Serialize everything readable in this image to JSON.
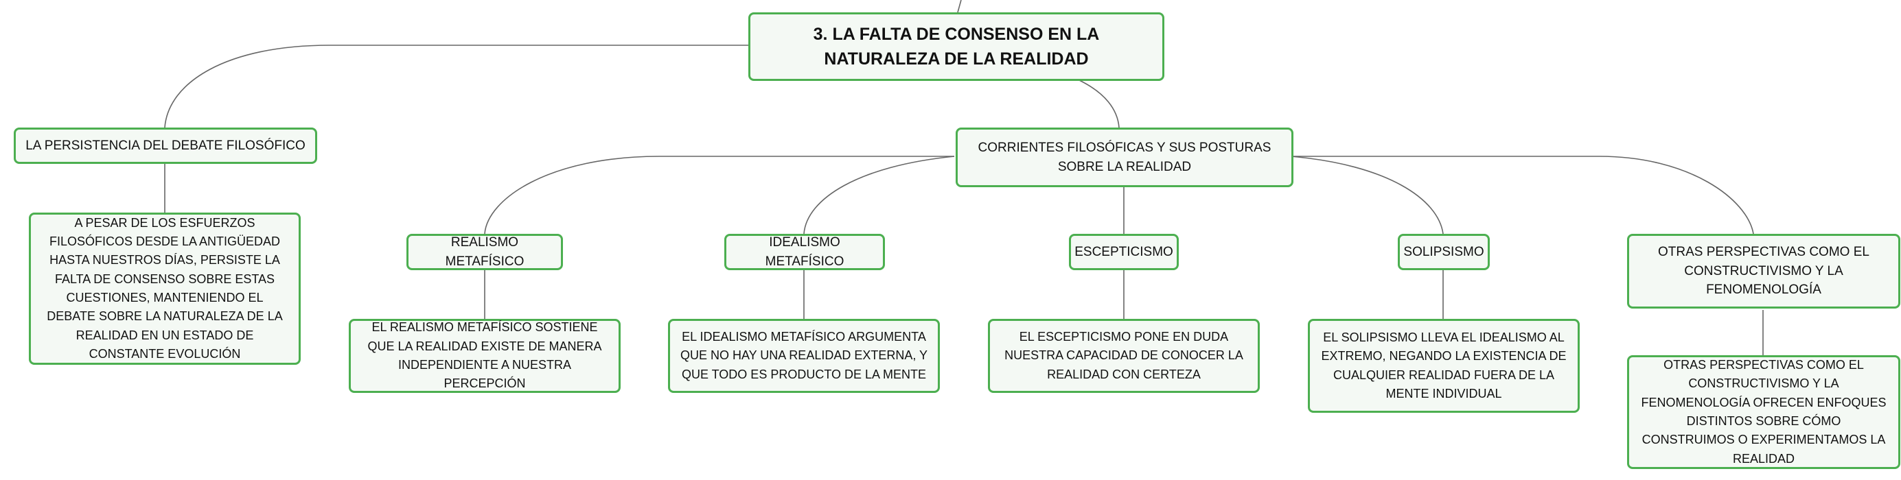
{
  "mindmap": {
    "root": "3. LA FALTA DE CONSENSO EN LA NATURALEZA DE LA REALIDAD",
    "left_branch": {
      "label": "LA PERSISTENCIA DEL DEBATE FILOSÓFICO",
      "detail": "A PESAR DE LOS ESFUERZOS FILOSÓFICOS DESDE LA ANTIGÜEDAD HASTA NUESTROS DÍAS, PERSISTE LA FALTA DE CONSENSO SOBRE ESTAS CUESTIONES, MANTENIENDO EL DEBATE SOBRE LA NATURALEZA DE LA REALIDAD EN UN ESTADO DE CONSTANTE EVOLUCIÓN"
    },
    "right_branch": {
      "label": "CORRIENTES FILOSÓFICAS Y SUS POSTURAS SOBRE LA REALIDAD",
      "children": [
        {
          "label": "REALISMO METAFÍSICO",
          "detail": "EL REALISMO METAFÍSICO SOSTIENE QUE LA REALIDAD EXISTE DE MANERA INDEPENDIENTE A NUESTRA PERCEPCIÓN"
        },
        {
          "label": "IDEALISMO METAFÍSICO",
          "detail": "EL IDEALISMO METAFÍSICO ARGUMENTA QUE NO HAY UNA REALIDAD EXTERNA, Y QUE TODO ES PRODUCTO DE LA MENTE"
        },
        {
          "label": "ESCEPTICISMO",
          "detail": "EL ESCEPTICISMO PONE EN DUDA NUESTRA CAPACIDAD DE CONOCER LA REALIDAD CON CERTEZA"
        },
        {
          "label": "SOLIPSISMO",
          "detail": "EL SOLIPSISMO LLEVA EL IDEALISMO AL EXTREMO, NEGANDO LA EXISTENCIA DE CUALQUIER REALIDAD FUERA DE LA MENTE INDIVIDUAL"
        },
        {
          "label": "OTRAS PERSPECTIVAS COMO EL CONSTRUCTIVISMO Y LA FENOMENOLOGÍA",
          "detail": "OTRAS PERSPECTIVAS COMO EL CONSTRUCTIVISMO Y LA FENOMENOLOGÍA OFRECEN ENFOQUES DISTINTOS SOBRE CÓMO CONSTRUIMOS O EXPERIMENTAMOS LA REALIDAD"
        }
      ]
    }
  }
}
